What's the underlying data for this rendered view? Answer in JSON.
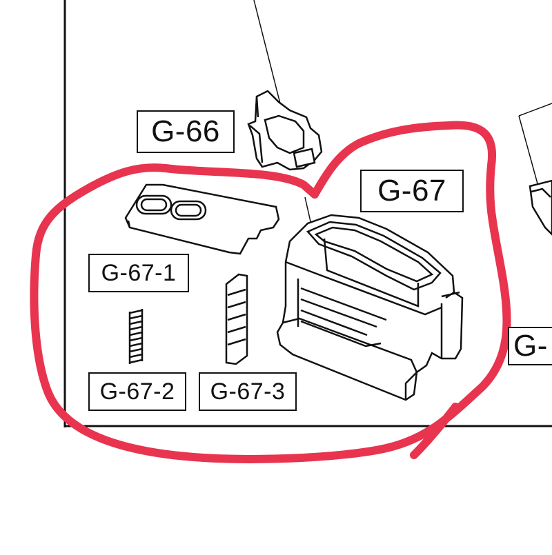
{
  "labels": {
    "g66": "G-66",
    "g67": "G-67",
    "g67_1": "G-67-1",
    "g67_2": "G-67-2",
    "g67_3": "G-67-3",
    "g_cut": "G-"
  },
  "colors": {
    "line": "#111111",
    "highlight": "#e8344e",
    "background": "#ffffff"
  }
}
